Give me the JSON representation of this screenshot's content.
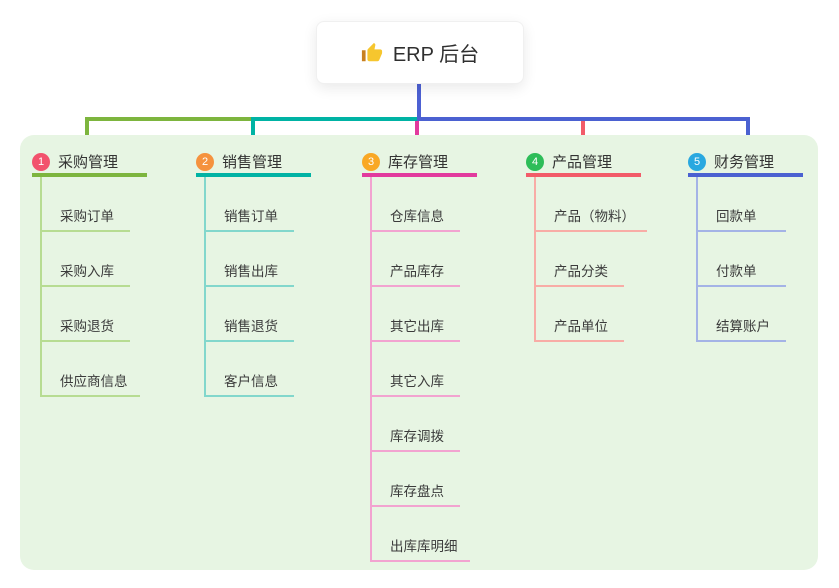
{
  "root": {
    "title": "ERP 后台",
    "icon": "thumbs-up-icon",
    "line_color": "#4d61d3"
  },
  "board_bg": "#e7f5e3",
  "branches": [
    {
      "number": "1",
      "label": "采购管理",
      "badge_color": "#f2526d",
      "line_color": "#7db53e",
      "child_line_color": "#b7dc92",
      "children": [
        "采购订单",
        "采购入库",
        "采购退货",
        "供应商信息"
      ]
    },
    {
      "number": "2",
      "label": "销售管理",
      "badge_color": "#f5923e",
      "line_color": "#00b3a4",
      "child_line_color": "#82d7cc",
      "children": [
        "销售订单",
        "销售出库",
        "销售退货",
        "客户信息"
      ]
    },
    {
      "number": "3",
      "label": "库存管理",
      "badge_color": "#f9a825",
      "line_color": "#e23a9e",
      "child_line_color": "#f2a3d0",
      "children": [
        "仓库信息",
        "产品库存",
        "其它出库",
        "其它入库",
        "库存调拨",
        "库存盘点",
        "出库库明细"
      ]
    },
    {
      "number": "4",
      "label": "产品管理",
      "badge_color": "#2ebd59",
      "line_color": "#f25b69",
      "child_line_color": "#f8aca6",
      "children": [
        "产品（物料）",
        "产品分类",
        "产品单位"
      ]
    },
    {
      "number": "5",
      "label": "财务管理",
      "badge_color": "#29a8e0",
      "line_color": "#4b61d1",
      "child_line_color": "#a4b3e6",
      "children": [
        "回款单",
        "付款单",
        "结算账户"
      ]
    }
  ]
}
